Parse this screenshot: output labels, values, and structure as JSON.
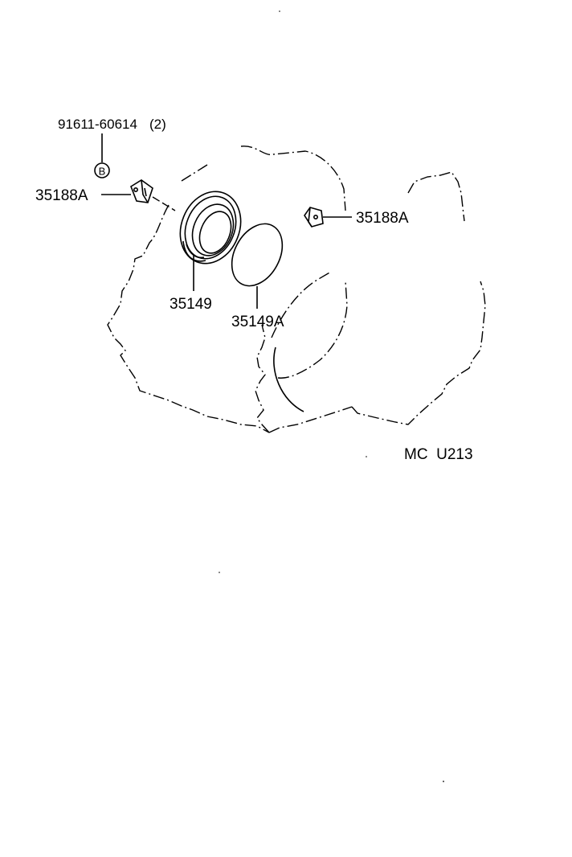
{
  "diagram": {
    "bolt_part_number": "91611-60614",
    "bolt_quantity": "(2)",
    "bolt_marker_letter": "B",
    "plate_left_part_number": "35188A",
    "plate_right_part_number": "35188A",
    "seal_part_number": "35149",
    "oring_part_number": "35149A",
    "illustration_code": "MC  U213",
    "icons": [
      "bolt-marker-icon",
      "lock-plate-icon",
      "oil-seal-icon",
      "o-ring-icon",
      "transmission-case-icon"
    ]
  }
}
